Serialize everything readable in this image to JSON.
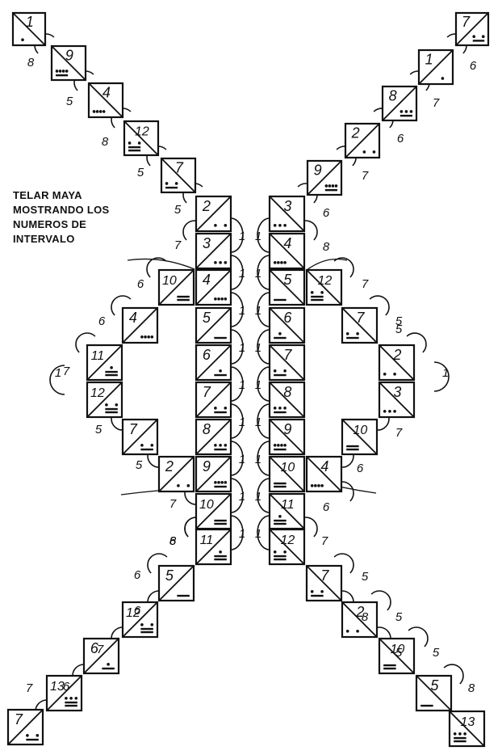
{
  "title_lines": [
    "TELAR MAYA",
    "MOSTRANDO LOS",
    "NUMEROS DE",
    "INTERVALO"
  ],
  "cells": [
    {
      "n": "1"
    },
    {
      "n": "9"
    },
    {
      "n": "4"
    },
    {
      "n": "12"
    },
    {
      "n": "7"
    },
    {
      "n": "7"
    },
    {
      "n": "1"
    },
    {
      "n": "8"
    },
    {
      "n": "2"
    },
    {
      "n": "9"
    },
    {
      "n": "2"
    },
    {
      "n": "3"
    },
    {
      "n": "4"
    },
    {
      "n": "5"
    },
    {
      "n": "6"
    },
    {
      "n": "7"
    },
    {
      "n": "8"
    },
    {
      "n": "9"
    },
    {
      "n": "10"
    },
    {
      "n": "11"
    },
    {
      "n": "3"
    },
    {
      "n": "4"
    },
    {
      "n": "5"
    },
    {
      "n": "6"
    },
    {
      "n": "7"
    },
    {
      "n": "8"
    },
    {
      "n": "9"
    },
    {
      "n": "10"
    },
    {
      "n": "11"
    },
    {
      "n": "12"
    },
    {
      "n": "10"
    },
    {
      "n": "4"
    },
    {
      "n": "11"
    },
    {
      "n": "12"
    },
    {
      "n": "7"
    },
    {
      "n": "2"
    },
    {
      "n": "12"
    },
    {
      "n": "7"
    },
    {
      "n": "2"
    },
    {
      "n": "3"
    },
    {
      "n": "10"
    },
    {
      "n": "4"
    },
    {
      "n": "5"
    },
    {
      "n": "12"
    },
    {
      "n": "6"
    },
    {
      "n": "13"
    },
    {
      "n": "7"
    },
    {
      "n": "7"
    },
    {
      "n": "2"
    },
    {
      "n": "10"
    },
    {
      "n": "5"
    },
    {
      "n": "13"
    }
  ],
  "intervals": [
    {
      "t": "8"
    },
    {
      "t": "5"
    },
    {
      "t": "8"
    },
    {
      "t": "5"
    },
    {
      "t": "5"
    },
    {
      "t": "6"
    },
    {
      "t": "7"
    },
    {
      "t": "6"
    },
    {
      "t": "7"
    },
    {
      "t": "6"
    },
    {
      "t": "7"
    },
    {
      "t": "6"
    },
    {
      "t": "6"
    },
    {
      "t": "7"
    },
    {
      "t": "1"
    },
    {
      "t": "5"
    },
    {
      "t": "5"
    },
    {
      "t": "7"
    },
    {
      "t": "8"
    },
    {
      "t": "6"
    },
    {
      "t": "8"
    },
    {
      "t": "7"
    },
    {
      "t": "5"
    },
    {
      "t": "5"
    },
    {
      "t": "1"
    },
    {
      "t": "7"
    },
    {
      "t": "6"
    },
    {
      "t": "6"
    },
    {
      "t": "7"
    },
    {
      "t": "5"
    },
    {
      "t": "6"
    },
    {
      "t": "7"
    },
    {
      "t": "6"
    },
    {
      "t": "7"
    },
    {
      "t": "6"
    },
    {
      "t": "5"
    },
    {
      "t": "5"
    },
    {
      "t": "8"
    },
    {
      "t": "5"
    },
    {
      "t": "8"
    },
    {
      "t": "1"
    },
    {
      "t": "1"
    },
    {
      "t": "1"
    },
    {
      "t": "1"
    },
    {
      "t": "1"
    },
    {
      "t": "1"
    },
    {
      "t": "1"
    },
    {
      "t": "1"
    },
    {
      "t": "1"
    },
    {
      "t": "1"
    },
    {
      "t": "1"
    },
    {
      "t": "1"
    },
    {
      "t": "1"
    },
    {
      "t": "1"
    },
    {
      "t": "1"
    },
    {
      "t": "1"
    },
    {
      "t": "1"
    },
    {
      "t": "1"
    }
  ]
}
